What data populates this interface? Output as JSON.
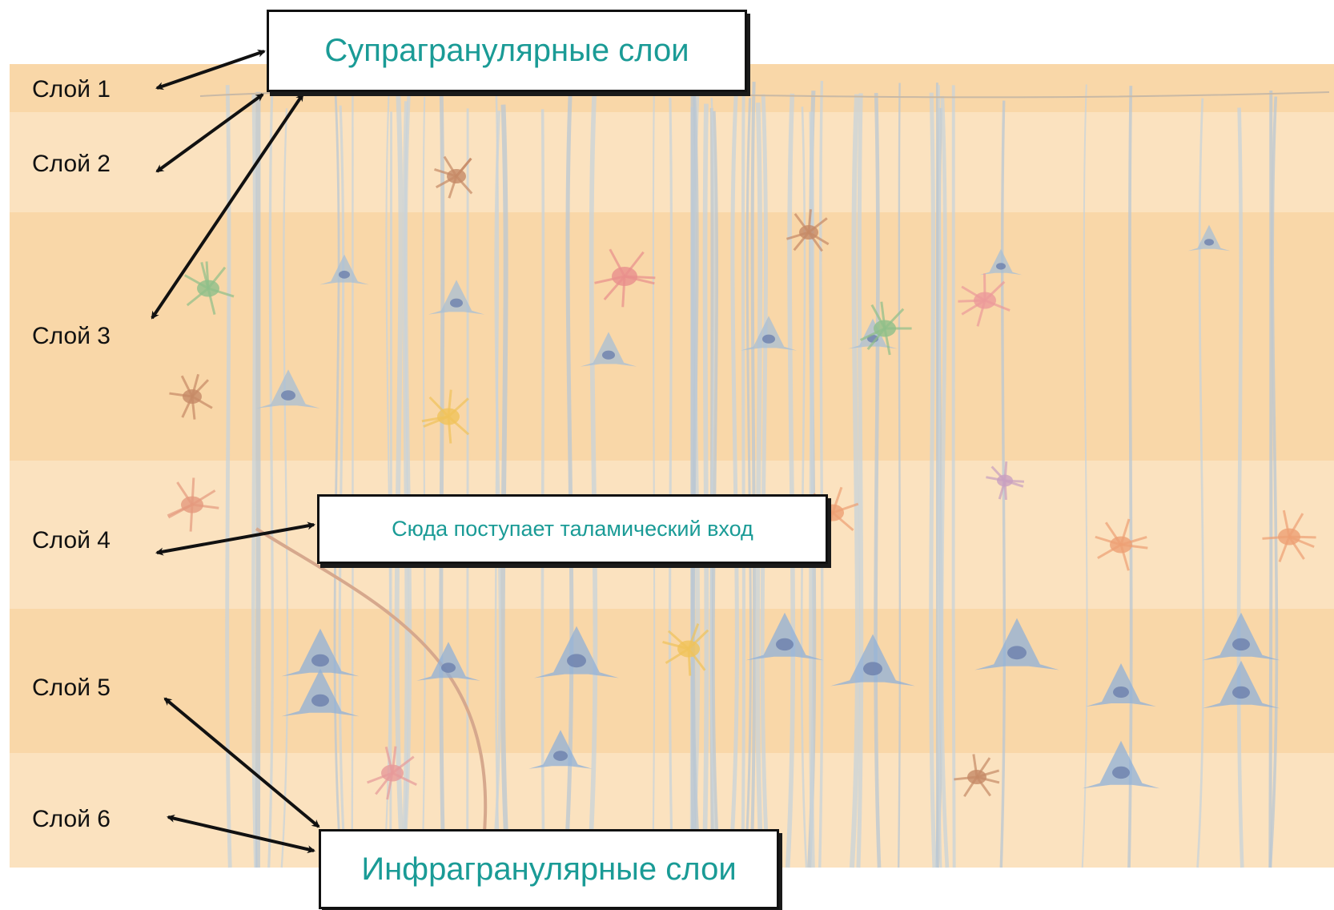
{
  "layers": [
    {
      "label": "Слой 1"
    },
    {
      "label": "Слой 2"
    },
    {
      "label": "Слой 3"
    },
    {
      "label": "Слой 4"
    },
    {
      "label": "Слой 5"
    },
    {
      "label": "Слой 6"
    }
  ],
  "callouts": {
    "supragranular": "Супрагранулярные слои",
    "thalamic_input": "Сюда поступает таламический вход",
    "infragranular": "Инфрагранулярные слои"
  },
  "colors": {
    "callout_text": "#1a9b96",
    "band_dark": "#f9d7a8",
    "band_light": "#fbe2bf",
    "pyramidal_neuron": "#7f9cc6",
    "axon": "#9fb7cf"
  }
}
